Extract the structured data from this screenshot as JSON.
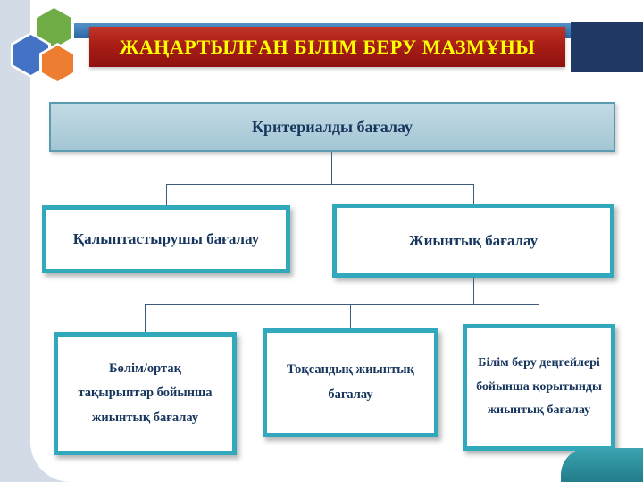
{
  "header": {
    "title": "ЖАҢАРТЫЛҒАН БІЛІМ БЕРУ МАЗМҰНЫ"
  },
  "diagram": {
    "root": "Критериалды бағалау",
    "level2": [
      "Қалыптастырушы бағалау",
      "Жиынтық бағалау"
    ],
    "level3": [
      "Бөлім/ортақ тақырыптар бойынша жиынтық бағалау",
      "Тоқсандық жиынтық бағалау",
      "Білім беру деңгейлері бойынша қорытынды жиынтық бағалау"
    ]
  },
  "colors": {
    "banner_red": "#A81D16",
    "title_yellow": "#FFFF00",
    "strip_blue": "#2E75B6",
    "navy_block": "#1F3864",
    "teal_border": "#31A8BC",
    "root_fill": "#A3C6D4",
    "text_navy": "#17365D",
    "side_strip": "#D3DCE6",
    "corner_teal": "#2E97A6",
    "connector": "#3D5C7B",
    "hex_green": "#70AD47",
    "hex_blue": "#4472C4",
    "hex_orange": "#ED7D31"
  }
}
